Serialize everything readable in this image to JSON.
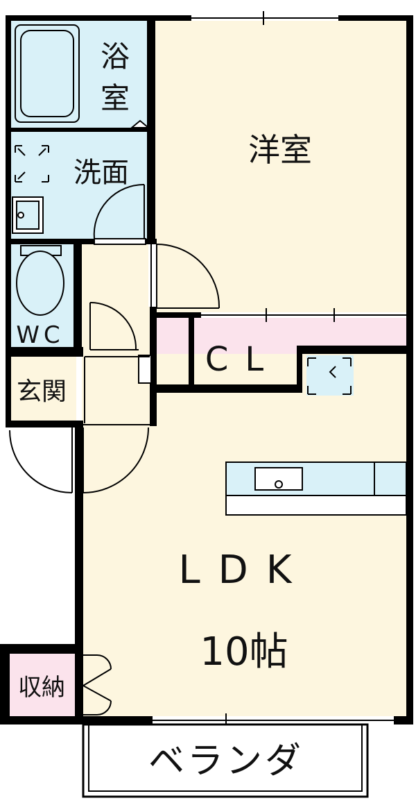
{
  "rooms": {
    "bath": {
      "label_line1": "浴",
      "label_line2": "室"
    },
    "washroom": {
      "label": "洗面"
    },
    "western_room": {
      "label": "洋室"
    },
    "wc": {
      "label": "WC"
    },
    "closet": {
      "label": "CL"
    },
    "entrance": {
      "label": "玄関"
    },
    "ldk": {
      "label": "LDK",
      "size": "10帖"
    },
    "storage": {
      "label": "収納"
    },
    "veranda": {
      "label": "ベランダ"
    }
  },
  "colors": {
    "wet_area": "#d9f1f8",
    "room_floor": "#fdf6df",
    "closet": "#fbe3ec",
    "wall": "#000000"
  }
}
